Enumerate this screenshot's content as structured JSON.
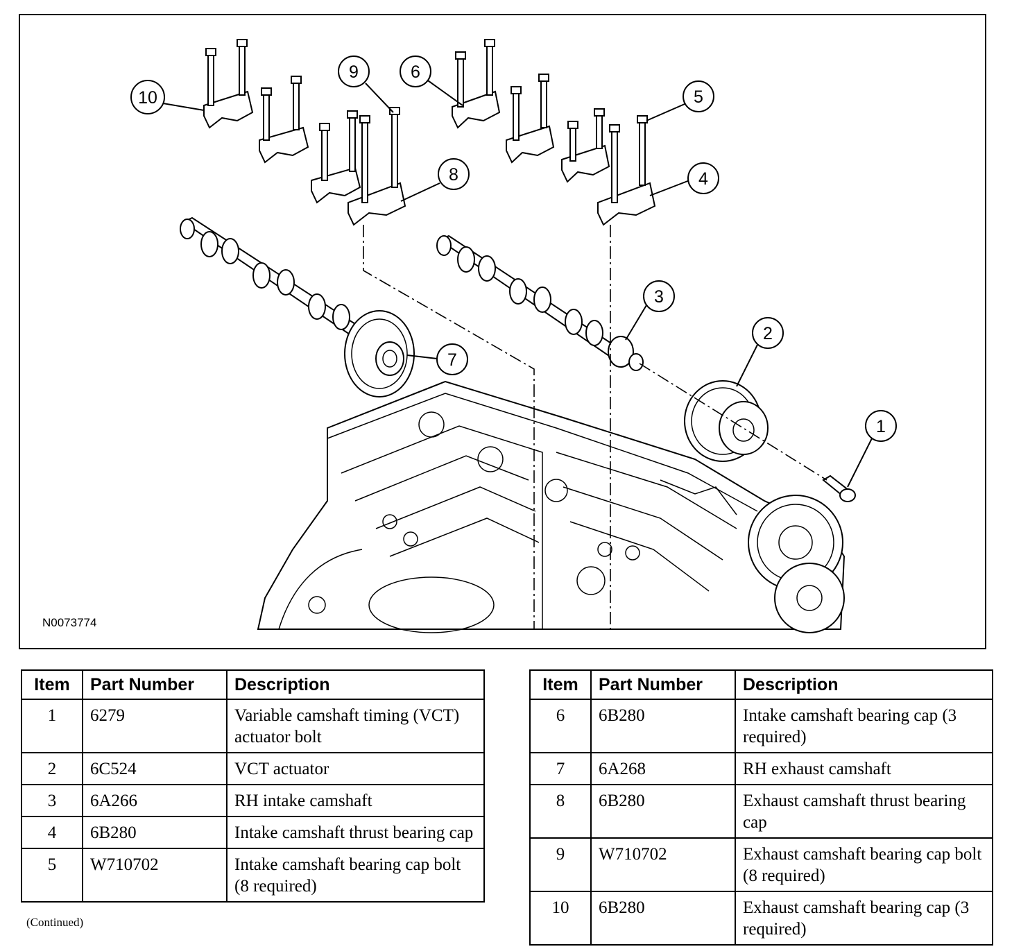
{
  "figure": {
    "id": "N0073774",
    "callouts": [
      "1",
      "2",
      "3",
      "4",
      "5",
      "6",
      "7",
      "8",
      "9",
      "10"
    ]
  },
  "tables": {
    "headers": {
      "item": "Item",
      "part_number": "Part Number",
      "description": "Description"
    },
    "left": [
      {
        "item": "1",
        "part_number": "6279",
        "description": "Variable camshaft timing (VCT) actuator bolt"
      },
      {
        "item": "2",
        "part_number": "6C524",
        "description": "VCT actuator"
      },
      {
        "item": "3",
        "part_number": "6A266",
        "description": "RH intake camshaft"
      },
      {
        "item": "4",
        "part_number": "6B280",
        "description": "Intake camshaft thrust bearing cap"
      },
      {
        "item": "5",
        "part_number": "W710702",
        "description": "Intake camshaft bearing cap bolt (8 required)"
      }
    ],
    "right": [
      {
        "item": "6",
        "part_number": "6B280",
        "description": "Intake camshaft bearing cap (3 required)"
      },
      {
        "item": "7",
        "part_number": "6A268",
        "description": "RH exhaust camshaft"
      },
      {
        "item": "8",
        "part_number": "6B280",
        "description": "Exhaust camshaft thrust bearing cap"
      },
      {
        "item": "9",
        "part_number": "W710702",
        "description": "Exhaust camshaft bearing cap bolt (8 required)"
      },
      {
        "item": "10",
        "part_number": "6B280",
        "description": "Exhaust camshaft bearing cap (3 required)"
      }
    ]
  },
  "footer": {
    "continued": "(Continued)"
  }
}
